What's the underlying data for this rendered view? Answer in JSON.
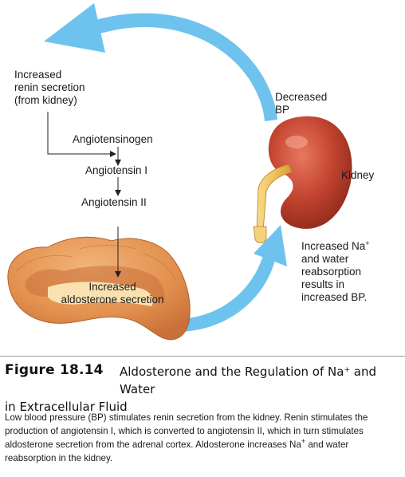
{
  "diagram": {
    "labels": {
      "renin": "Increased\nrenin secretion\n(from kidney)",
      "decreased_bp": "Decreased\nBP",
      "kidney": "Kidney",
      "angiotensinogen": "Angiotensinogen",
      "angiotensin_i": "Angiotensin I",
      "angiotensin_ii": "Angiotensin II",
      "aldosterone": "Increased\naldosterone secretion",
      "reabsorption_pre": "Increased Na",
      "reabsorption_sup": "+",
      "reabsorption_post": "\nand water\nreabsorption\nresults in\nincreased BP."
    },
    "colors": {
      "arrow_blue": "#6ec3ee",
      "kidney_red": "#b83a28",
      "adrenal_orange": "#e3914f",
      "adrenal_core": "#fae2b0"
    }
  },
  "figure": {
    "number": "Figure 18.14",
    "title_line1_pre": "Aldosterone and the Regulation of Na",
    "title_line1_sup": "+",
    "title_line1_post": " and Water",
    "title_line2": "in Extracellular Fluid",
    "caption_pre": "Low blood pressure (BP) stimulates renin secretion from the kidney. Renin stimulates the production of angiotensin I, which is converted to angiotensin II, which in turn stimulates aldosterone secretion from the adrenal cortex. Aldosterone increases Na",
    "caption_sup": "+",
    "caption_post": " and water reabsorption in the kidney."
  }
}
